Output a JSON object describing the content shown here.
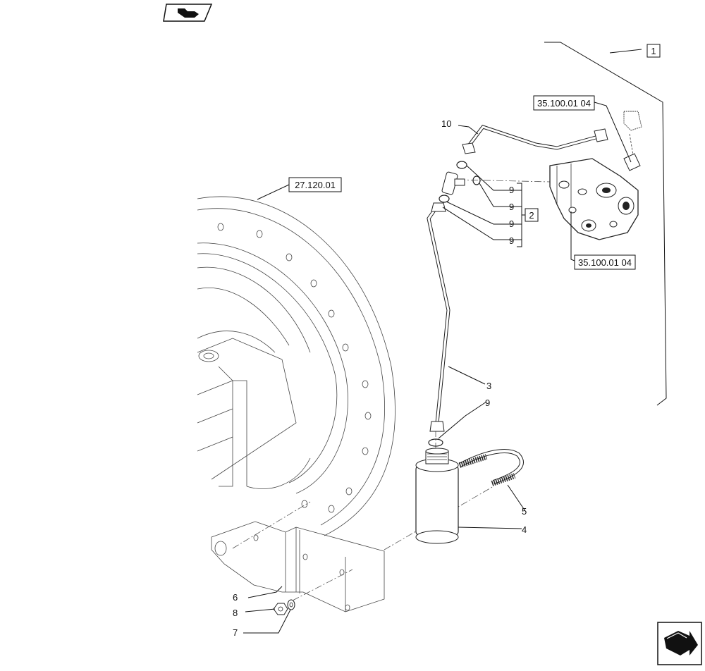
{
  "refs": {
    "ref_main": "1",
    "ref_group": "2",
    "ref_wheel": "27.120.01",
    "ref_valve_top": "35.100.01 04",
    "ref_valve_bottom": "35.100.01 04"
  },
  "callouts": {
    "c10": "10",
    "c9a": "9",
    "c9b": "9",
    "c9c": "9",
    "c9d": "9",
    "c3": "3",
    "c5": "5",
    "c4": "4",
    "c6": "6",
    "c8": "8",
    "c7": "7"
  },
  "icons": {
    "top_icon": "prev-page-arrow-icon",
    "bottom_icon": "next-page-arrow-icon"
  }
}
